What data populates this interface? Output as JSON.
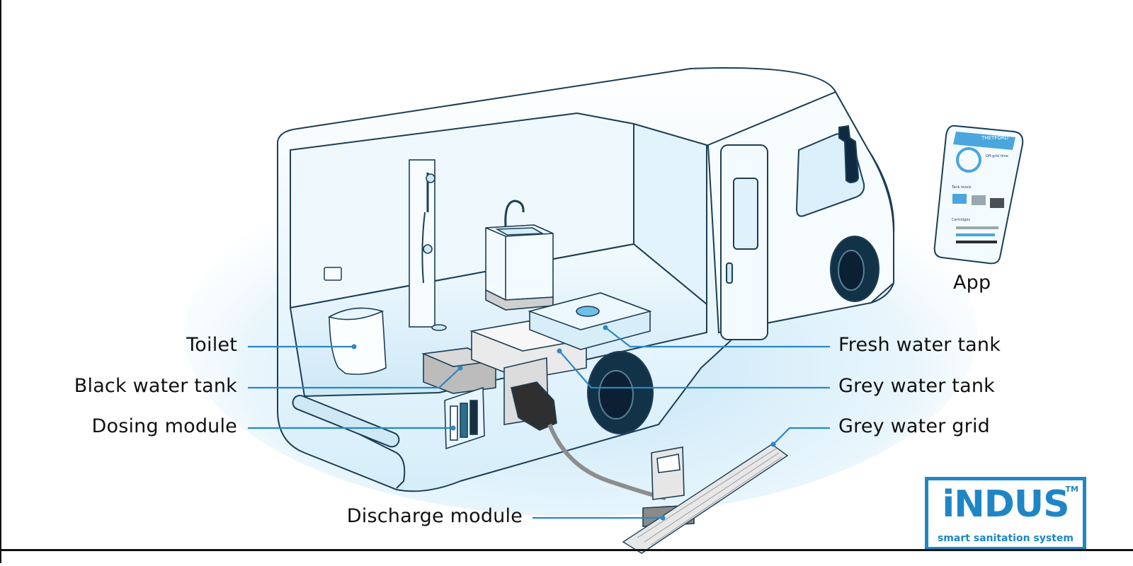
{
  "labels": {
    "toilet": "Toilet",
    "black_water_tank": "Black water tank",
    "dosing_module": "Dosing module",
    "discharge_module": "Discharge module",
    "fresh_water_tank": "Fresh water tank",
    "grey_water_tank": "Grey water tank",
    "grey_water_grid": "Grey water grid",
    "app": "App"
  },
  "phone": {
    "brand": "THETFORD",
    "heading": "Off-grid time",
    "tank_levels": "Tank levels",
    "cartridges": "Cartridges"
  },
  "logo": {
    "word": "iNDUS",
    "trademark": "TM",
    "tagline": "smart sanitation system"
  },
  "colors": {
    "accent": "#1f86c6",
    "leader": "#2a88c4",
    "glow": "#bfe3f7",
    "outline": "#1c3e55",
    "wheel": "#123248"
  }
}
